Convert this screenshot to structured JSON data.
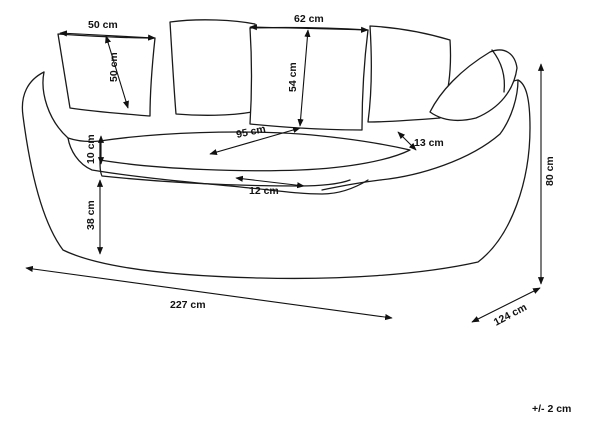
{
  "dimensions": {
    "pillow_left_width": "50 cm",
    "pillow_left_height": "50 cm",
    "pillow_right_width": "62 cm",
    "pillow_right_height": "54 cm",
    "seat_depth": "95 cm",
    "side_thickness": "13 cm",
    "cushion_thickness": "10 cm",
    "cushion_edge": "12 cm",
    "base_height": "38 cm",
    "total_height": "80 cm",
    "total_width": "227 cm",
    "total_depth": "124 cm"
  },
  "tolerance": "+/- 2 cm"
}
